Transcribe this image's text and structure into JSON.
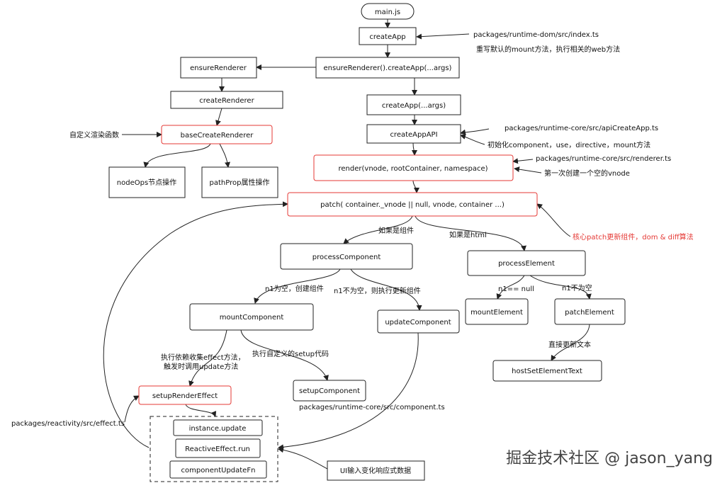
{
  "nodes": {
    "main_js": "main.js",
    "createApp": "createApp",
    "ensureRenderer_createApp": "ensureRenderer().createApp(...args)",
    "ensureRenderer": "ensureRenderer",
    "createRenderer": "createRenderer",
    "baseCreateRenderer": "baseCreateRenderer",
    "nodeOps": "nodeOps节点操作",
    "pathProp": "pathProp属性操作",
    "createApp_args": "createApp(...args)",
    "createAppAPI": "createAppAPI",
    "render": "render(vnode, rootContainer, namespace)",
    "patch": "patch( container._vnode || null,   vnode,  container ...)",
    "processComponent": "processComponent",
    "processElement": "processElement",
    "mountComponent": "mountComponent",
    "updateComponent": "updateComponent",
    "mountElement": "mountElement",
    "patchElement": "patchElement",
    "hostSetElementText": "hostSetElementText",
    "setupRenderEffect": "setupRenderEffect",
    "setupComponent": "setupComponent",
    "instance_update": "instance.update",
    "reactiveEffect_run": "ReactiveEffect.run",
    "componentUpdateFn": "componentUpdateFn",
    "ui_input": "UI输入变化响应式数据"
  },
  "annotations": {
    "runtime_dom_index": "packages/runtime-dom/src/index.ts",
    "override_mount": "重写默认的mount方法，执行相关的web方法",
    "custom_render": "自定义渲染函数",
    "runtime_core_apiCreateApp": "packages/runtime-core/src/apiCreateApp.ts",
    "init_component": "初始化component，use，directive，mount方法",
    "runtime_core_renderer": "packages/runtime-core/src/renderer.ts",
    "first_empty_vnode": "第一次创建一个空的vnode",
    "core_patch": "核心patch更新组件，dom & diff算法",
    "if_component": "如果是组件",
    "if_html": "如果是html",
    "n1_empty_create": "n1为空，创建组件",
    "n1_not_empty_update": "n1不为空，则执行更新组件",
    "n1_eq_null": "n1== null",
    "n1_not_empty": "n1不为空",
    "direct_update_text": "直接更新文本",
    "exec_effect_line1": "执行依赖收集effect方法，",
    "exec_effect_line2": "触发时调用update方法",
    "exec_setup": "执行自定义的setup代码",
    "runtime_core_component": "packages/runtime-core/src/component.ts",
    "reactivity_effect": "packages/reactivity/src/effect.ts"
  },
  "watermark": "掘金技术社区 @ jason_yang",
  "colors": {
    "highlight": "#e53935",
    "line": "#222222"
  }
}
